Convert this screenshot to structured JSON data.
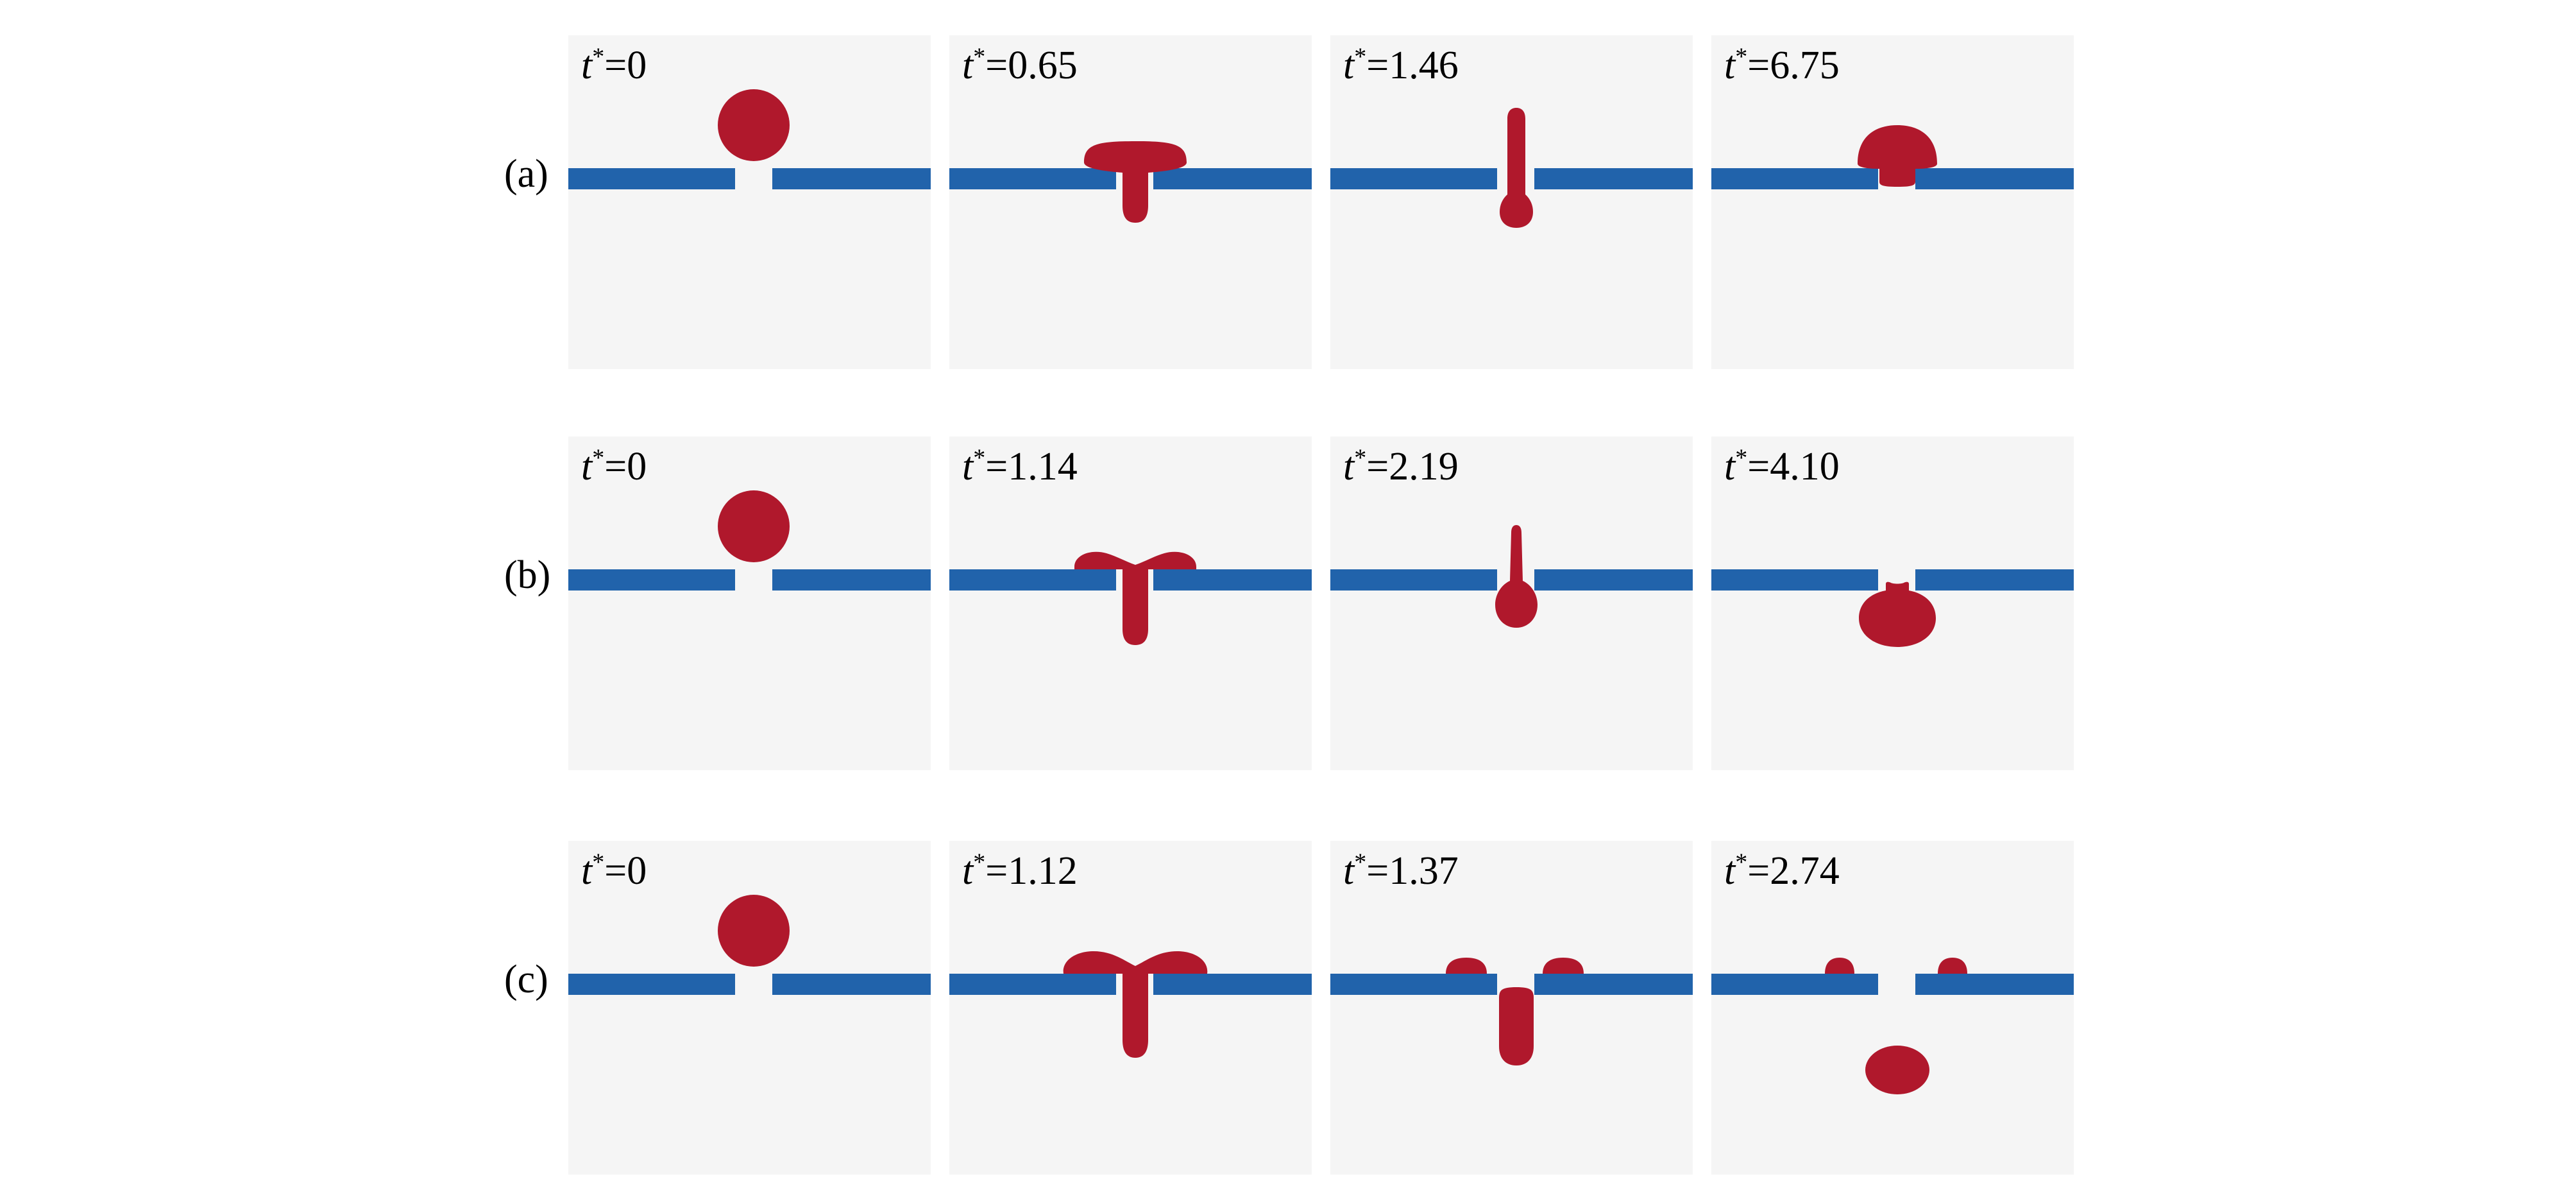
{
  "colors": {
    "wall": "#2163ab",
    "droplet": "#b0182c",
    "background": "#f5f5f5"
  },
  "time_symbol": "t",
  "time_superscript": "*",
  "rows": [
    {
      "label": "(a)",
      "panels": [
        {
          "value": "=0"
        },
        {
          "value": "=0.65"
        },
        {
          "value": "=1.46"
        },
        {
          "value": "=6.75"
        }
      ]
    },
    {
      "label": "(b)",
      "panels": [
        {
          "value": "=0"
        },
        {
          "value": "=1.14"
        },
        {
          "value": "=2.19"
        },
        {
          "value": "=4.10"
        }
      ]
    },
    {
      "label": "(c)",
      "panels": [
        {
          "value": "=0"
        },
        {
          "value": "=1.12"
        },
        {
          "value": "=1.37"
        },
        {
          "value": "=2.74"
        }
      ]
    }
  ]
}
